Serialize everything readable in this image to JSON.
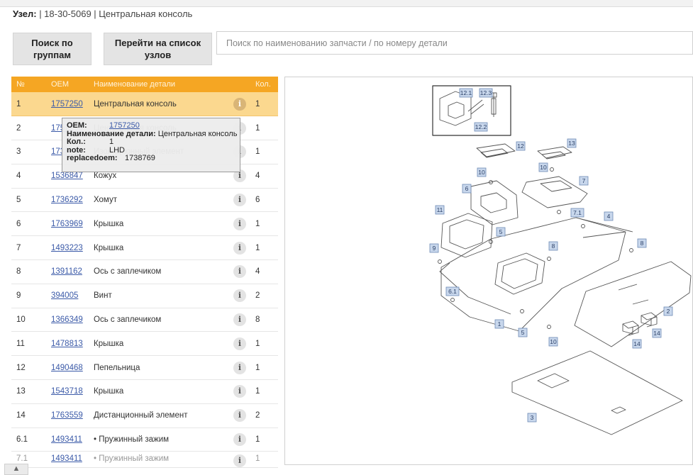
{
  "header": {
    "node_label": "Узел:",
    "node_value": "| 18-30-5069 | Центральная консоль"
  },
  "toolbar": {
    "groups_button_line1": "Поиск по",
    "groups_button_line2": "группам",
    "nodes_button_line1": "Перейти на список",
    "nodes_button_line2": "узлов",
    "search_placeholder": "Поиск по наименованию запчасти / по номеру детали"
  },
  "table": {
    "headers": {
      "no": "№",
      "oem": "OEM",
      "name": "Наименование детали",
      "qty": "Кол."
    },
    "info_icon": "info-icon",
    "rows": [
      {
        "no": "1",
        "oem": "1757250",
        "name": "Центральная консоль",
        "qty": "1",
        "selected": true
      },
      {
        "no": "2",
        "oem": "1757250",
        "name": "Центральная консоль",
        "qty": "1"
      },
      {
        "no": "3",
        "oem": "1738769",
        "name": "Изоляционный элемент",
        "qty": "1"
      },
      {
        "no": "4",
        "oem": "1536847",
        "name": "Кожух",
        "qty": "4"
      },
      {
        "no": "5",
        "oem": "1736292",
        "name": "Хомут",
        "qty": "6"
      },
      {
        "no": "6",
        "oem": "1763969",
        "name": "Крышка",
        "qty": "1"
      },
      {
        "no": "7",
        "oem": "1493223",
        "name": "Крышка",
        "qty": "1"
      },
      {
        "no": "8",
        "oem": "1391162",
        "name": "Ось с заплечиком",
        "qty": "4"
      },
      {
        "no": "9",
        "oem": "394005",
        "name": "Винт",
        "qty": "2"
      },
      {
        "no": "10",
        "oem": "1366349",
        "name": "Ось с заплечиком",
        "qty": "8"
      },
      {
        "no": "11",
        "oem": "1478813",
        "name": "Крышка",
        "qty": "1"
      },
      {
        "no": "12",
        "oem": "1490468",
        "name": "Пепельница",
        "qty": "1"
      },
      {
        "no": "13",
        "oem": "1543718",
        "name": "Крышка",
        "qty": "1"
      },
      {
        "no": "14",
        "oem": "1763559",
        "name": "Дистанционный элемент",
        "qty": "2"
      },
      {
        "no": "6.1",
        "oem": "1493411",
        "name": "• Пружинный зажим",
        "qty": "1"
      },
      {
        "no": "7.1",
        "oem": "1493411",
        "name": "• Пружинный зажим",
        "qty": "1"
      }
    ]
  },
  "tooltip": {
    "oem_key": "OEM:",
    "oem_val": "1757250",
    "name_key": "Наименование детали:",
    "name_val": "Центральная консоль",
    "qty_key": "Кол.:",
    "qty_val": "1",
    "note_key": "note:",
    "note_val": "LHD",
    "replaced_key": "replacedoem:",
    "replaced_val": "1738769"
  },
  "diagram": {
    "callouts": [
      "12.1",
      "12.3",
      "12.2",
      "12",
      "13",
      "10",
      "10",
      "6",
      "7",
      "11",
      "5",
      "7.1",
      "4",
      "9",
      "8",
      "8",
      "6.1",
      "1",
      "2",
      "5",
      "10",
      "14",
      "14",
      "3"
    ],
    "highlight_color": "#d9531e"
  },
  "colors": {
    "accent": "#f5a623",
    "selected_row": "#fbd88f",
    "link": "#3b5aa8"
  },
  "scroll_up_icon": "arrow-up-icon"
}
